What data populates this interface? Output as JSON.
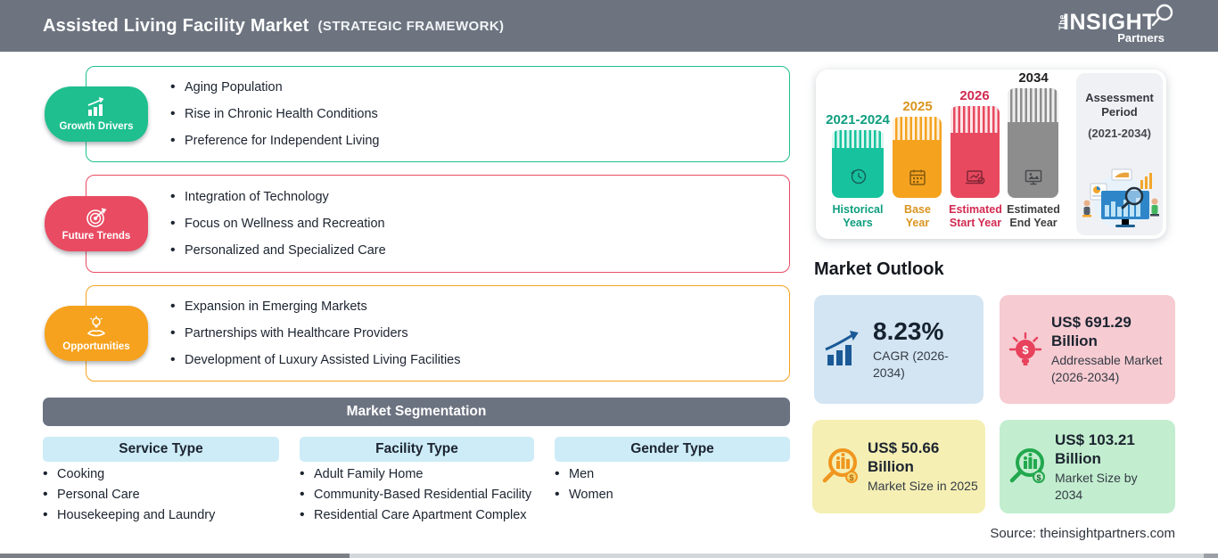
{
  "header": {
    "title": "Assisted Living Facility Market",
    "subtitle": "(STRATEGIC FRAMEWORK)",
    "logo": {
      "the": "The",
      "insight": "INSIGHT",
      "partners": "Partners"
    }
  },
  "panels": [
    {
      "label": "Growth Drivers",
      "color": "#1fbf8f",
      "items": [
        "Aging Population",
        "Rise in Chronic Health Conditions",
        "Preference for Independent Living"
      ]
    },
    {
      "label": "Future Trends",
      "color": "#e94b62",
      "items": [
        "Integration of Technology",
        "Focus on Wellness and Recreation",
        "Personalized and Specialized Care"
      ]
    },
    {
      "label": "Opportunities",
      "color": "#f6a21e",
      "items": [
        "Expansion in Emerging Markets",
        "Partnerships with Healthcare Providers",
        "Development of Luxury Assisted Living Facilities"
      ]
    }
  ],
  "segmentation": {
    "title": "Market Segmentation",
    "columns": [
      {
        "header": "Service Type",
        "items": [
          "Cooking",
          "Personal Care",
          "Housekeeping and Laundry"
        ]
      },
      {
        "header": "Facility Type",
        "items": [
          "Adult Family Home",
          "Community-Based Residential Facility",
          "Residential Care Apartment Complex"
        ]
      },
      {
        "header": "Gender Type",
        "items": [
          "Men",
          "Women"
        ]
      }
    ]
  },
  "timeline": {
    "bars": [
      {
        "year_label": "2021-2024",
        "caption": "Historical Years",
        "color": "#17c39e"
      },
      {
        "year_label": "2025",
        "caption": "Base Year",
        "color": "#f5a31f"
      },
      {
        "year_label": "2026",
        "caption": "Estimated Start Year",
        "color": "#e8495f"
      },
      {
        "year_label": "2034",
        "caption": "Estimated End Year",
        "color": "#8d8d8d"
      }
    ],
    "assessment_title": "Assessment Period",
    "assessment_range": "(2021-2034)"
  },
  "market_outlook": {
    "title": "Market Outlook",
    "cards": [
      {
        "value": "8.23%",
        "label": "CAGR (2026-2034)",
        "bg": "#d3e5f3",
        "icon": "growth-chart"
      },
      {
        "value": "US$ 691.29 Billion",
        "label": "Addressable Market (2026-2034)",
        "bg": "#f6cbd1",
        "icon": "bulb-dollar"
      },
      {
        "value": "US$ 50.66 Billion",
        "label": "Market Size in 2025",
        "bg": "#f5efb4",
        "icon": "magnifier-money"
      },
      {
        "value": "US$ 103.21 Billion",
        "label": "Market Size by 2034",
        "bg": "#c2eecf",
        "icon": "magnifier-money"
      }
    ]
  },
  "source": "Source: theinsightpartners.com",
  "colors": {
    "header_bg": "#6d7480",
    "segmentation_bg": "#6b7280",
    "column_header_bg": "#cdecf7"
  }
}
